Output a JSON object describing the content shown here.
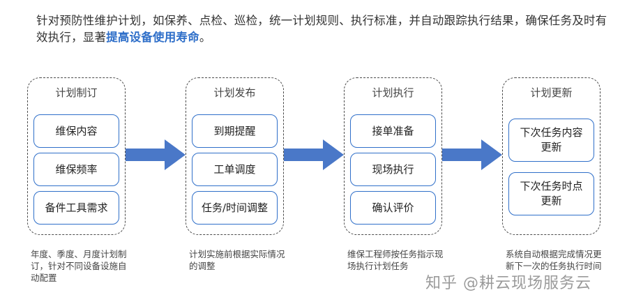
{
  "intro": {
    "text_before": "针对预防性维护计划，如保养、点检、巡检，统一计划规则、执行标准，并自动跟踪执行结果，确保任务及时有效执行，显著",
    "highlight": "提高设备使用寿命",
    "text_after": "。"
  },
  "stages": [
    {
      "title": "计划制订",
      "items": [
        "维保内容",
        "维保频率",
        "备件工具需求"
      ],
      "note": "年度、季度、月度计划制订，针对不同设备设施自动配置"
    },
    {
      "title": "计划发布",
      "items": [
        "到期提醒",
        "工单调度",
        "任务/时间调整"
      ],
      "note": "计划实施前根据实际情况的调整"
    },
    {
      "title": "计划执行",
      "items": [
        "接单准备",
        "现场执行",
        "确认评价"
      ],
      "note": "维保工程师按任务指示现场执行计划任务"
    },
    {
      "title": "计划更新",
      "items": [
        "下次任务内容更新",
        "下次任务时点更新"
      ],
      "note": "系统自动根据完成情况更新下一次的任务执行时间"
    }
  ],
  "watermark": "知乎 @耕云现场服务云",
  "colors": {
    "accent": "#2F6FC9",
    "arrow": "#4A78C8",
    "border": "#4a4a4a"
  }
}
